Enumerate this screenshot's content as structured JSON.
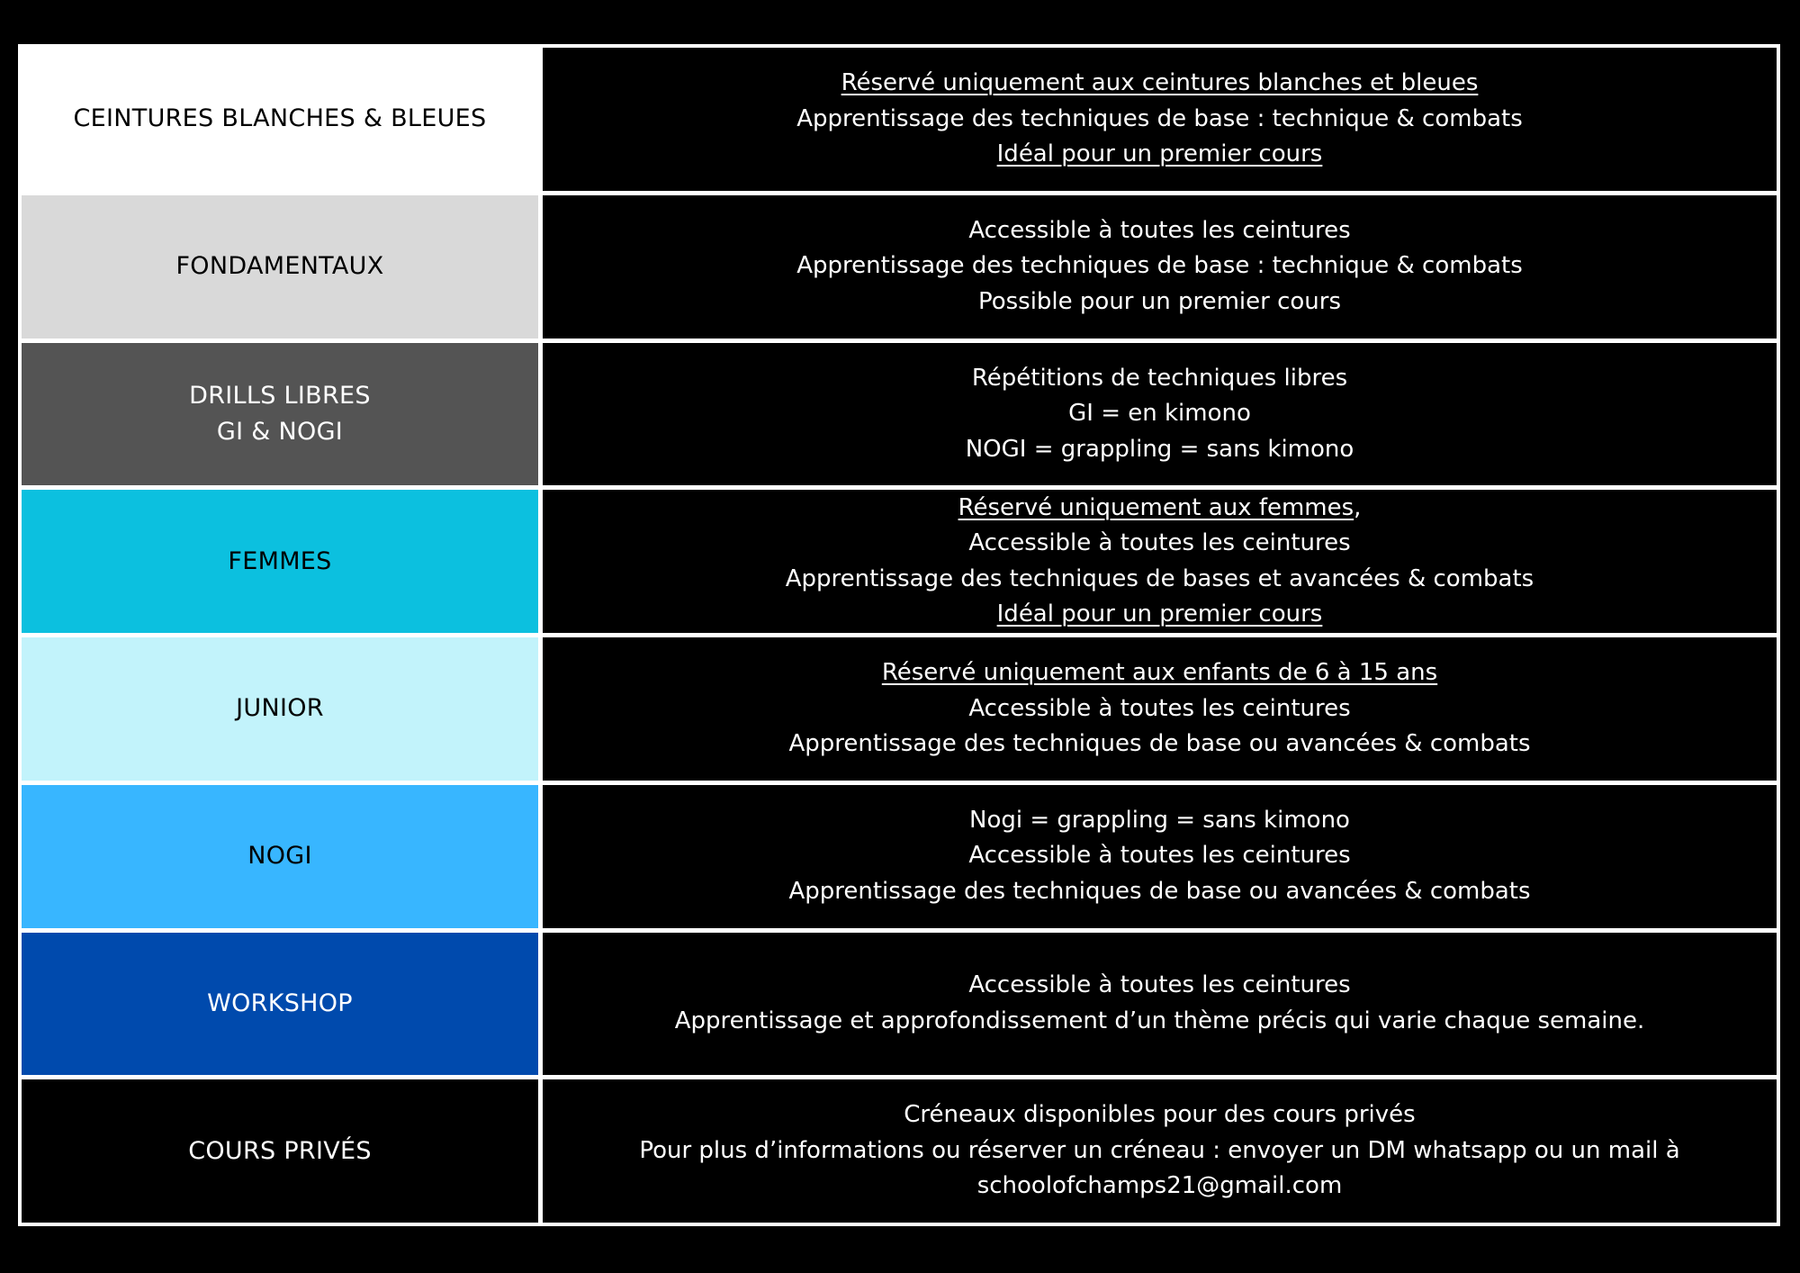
{
  "rows": [
    {
      "label": "CEINTURES BLANCHES & BLEUES",
      "bg": "#ffffff",
      "fg": "#000000",
      "lines": [
        [
          {
            "t": "Réservé uniquement aux ceintures blanches et bleues",
            "u": true
          }
        ],
        [
          {
            "t": "Apprentissage des techniques de base : technique & combats"
          }
        ],
        [
          {
            "t": "Idéal pour un premier cours",
            "u": true
          }
        ]
      ]
    },
    {
      "label": "FONDAMENTAUX",
      "bg": "#d9d9d9",
      "fg": "#000000",
      "lines": [
        [
          {
            "t": "Accessible à toutes les ceintures"
          }
        ],
        [
          {
            "t": "Apprentissage des techniques de base : technique & combats"
          }
        ],
        [
          {
            "t": "Possible pour un premier cours"
          }
        ]
      ]
    },
    {
      "label": "DRILLS LIBRES\nGI & NOGI",
      "bg": "#545454",
      "fg": "#ffffff",
      "lines": [
        [
          {
            "t": "Répétitions de techniques libres"
          }
        ],
        [
          {
            "t": "GI = en kimono"
          }
        ],
        [
          {
            "t": "NOGI = grappling = sans kimono"
          }
        ]
      ]
    },
    {
      "label": "FEMMES",
      "bg": "#0cc0df",
      "fg": "#000000",
      "lines": [
        [
          {
            "t": "Réservé uniquement aux femmes",
            "u": true
          },
          {
            "t": ","
          }
        ],
        [
          {
            "t": "Accessible à toutes les ceintures"
          }
        ],
        [
          {
            "t": "Apprentissage des techniques de bases et avancées & combats"
          }
        ],
        [
          {
            "t": "Idéal pour un premier cours",
            "u": true
          }
        ]
      ]
    },
    {
      "label": "JUNIOR",
      "bg": "#c2f3fb",
      "fg": "#000000",
      "lines": [
        [
          {
            "t": "Réservé uniquement aux enfants de 6 à 15 ans",
            "u": true
          }
        ],
        [
          {
            "t": "Accessible à toutes les ceintures"
          }
        ],
        [
          {
            "t": "Apprentissage des techniques de base ou avancées & combats"
          }
        ]
      ]
    },
    {
      "label": "NOGI",
      "bg": "#38b6ff",
      "fg": "#000000",
      "lines": [
        [
          {
            "t": "Nogi = grappling = sans kimono"
          }
        ],
        [
          {
            "t": "Accessible à toutes les ceintures"
          }
        ],
        [
          {
            "t": "Apprentissage des techniques de base ou avancées & combats"
          }
        ]
      ]
    },
    {
      "label": "WORKSHOP",
      "bg": "#004aad",
      "fg": "#ffffff",
      "lines": [
        [
          {
            "t": "Accessible à toutes les ceintures"
          }
        ],
        [
          {
            "t": "Apprentissage et approfondissement d’un thème précis qui varie chaque semaine."
          }
        ]
      ]
    },
    {
      "label": "COURS PRIVÉS",
      "bg": "#000000",
      "fg": "#ffffff",
      "lines": [
        [
          {
            "t": "Créneaux disponibles pour des cours privés"
          }
        ],
        [
          {
            "t": "Pour plus d’informations ou réserver un créneau : envoyer un DM whatsapp ou un mail à"
          }
        ],
        [
          {
            "t": "schoolofchamps21@gmail.com"
          }
        ]
      ]
    }
  ]
}
